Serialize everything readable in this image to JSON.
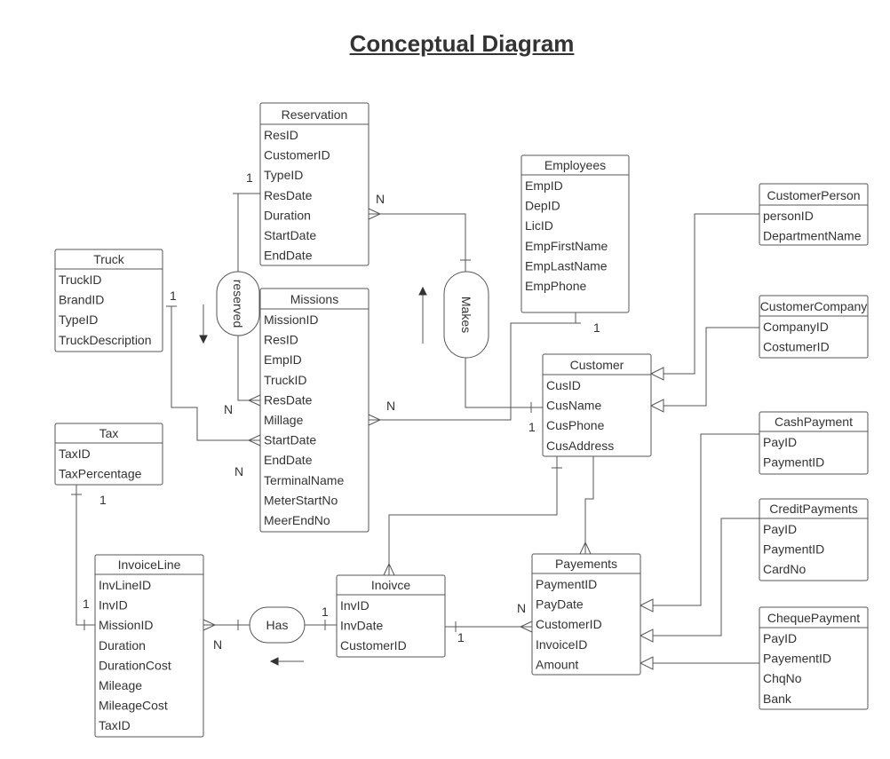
{
  "title": "Conceptual Diagram",
  "entities": [
    {
      "id": "reservation",
      "title": "Reservation",
      "attributes": [
        "ResID",
        "CustomerID",
        "TypeID",
        "ResDate",
        "Duration",
        "StartDate",
        "EndDate"
      ]
    },
    {
      "id": "employees",
      "title": "Employees",
      "attributes": [
        "EmpID",
        "DepID",
        "LicID",
        "EmpFirstName",
        "EmpLastName",
        "EmpPhone"
      ]
    },
    {
      "id": "customerperson",
      "title": "CustomerPerson",
      "attributes": [
        "personID",
        "DepartmentName"
      ]
    },
    {
      "id": "truck",
      "title": "Truck",
      "attributes": [
        "TruckID",
        "BrandID",
        "TypeID",
        "TruckDescription"
      ]
    },
    {
      "id": "missions",
      "title": "Missions",
      "attributes": [
        "MissionID",
        "ResID",
        "EmpID",
        "TruckID",
        "ResDate",
        "Millage",
        "StartDate",
        "EndDate",
        "TerminalName",
        "MeterStartNo",
        "MeerEndNo"
      ]
    },
    {
      "id": "customercompany",
      "title": "CustomerCompany",
      "attributes": [
        "CompanyID",
        "CostumerID"
      ]
    },
    {
      "id": "customer",
      "title": "Customer",
      "attributes": [
        "CusID",
        "CusName",
        "CusPhone",
        "CusAddress"
      ]
    },
    {
      "id": "tax",
      "title": "Tax",
      "attributes": [
        "TaxID",
        "TaxPercentage"
      ]
    },
    {
      "id": "cashpayment",
      "title": "CashPayment",
      "attributes": [
        "PayID",
        "PaymentID"
      ]
    },
    {
      "id": "creditpayments",
      "title": "CreditPayments",
      "attributes": [
        "PayID",
        "PaymentID",
        "CardNo"
      ]
    },
    {
      "id": "invoiceline",
      "title": "InvoiceLine",
      "attributes": [
        "InvLineID",
        "InvID",
        "MissionID",
        "Duration",
        "DurationCost",
        "Mileage",
        "MileageCost",
        "TaxID"
      ]
    },
    {
      "id": "inoivce",
      "title": "Inoivce",
      "attributes": [
        "InvID",
        "InvDate",
        "CustomerID"
      ]
    },
    {
      "id": "payements",
      "title": "Payements",
      "attributes": [
        "PaymentID",
        "PayDate",
        "CustomerID",
        "InvoiceID",
        "Amount"
      ]
    },
    {
      "id": "chequepayment",
      "title": "ChequePayment",
      "attributes": [
        "PayID",
        "PayementID",
        "ChqNo",
        "Bank"
      ]
    }
  ],
  "relationships": [
    {
      "id": "reserved",
      "label": "reserved"
    },
    {
      "id": "makes",
      "label": "Makes"
    },
    {
      "id": "has",
      "label": "Has"
    }
  ],
  "cardinalities": [
    {
      "id": "res-1",
      "text": "1"
    },
    {
      "id": "res-n",
      "text": "N"
    },
    {
      "id": "truck-1",
      "text": "1"
    },
    {
      "id": "mis-n-left",
      "text": "N"
    },
    {
      "id": "mis-n-bottom",
      "text": "N"
    },
    {
      "id": "mis-n-right",
      "text": "N"
    },
    {
      "id": "emp-1",
      "text": "1"
    },
    {
      "id": "cus-1",
      "text": "1"
    },
    {
      "id": "tax-1",
      "text": "1"
    },
    {
      "id": "invl-1",
      "text": "1"
    },
    {
      "id": "invl-n",
      "text": "N"
    },
    {
      "id": "inv-1-left",
      "text": "1"
    },
    {
      "id": "inv-1-right",
      "text": "1"
    },
    {
      "id": "pay-n",
      "text": "N"
    }
  ]
}
